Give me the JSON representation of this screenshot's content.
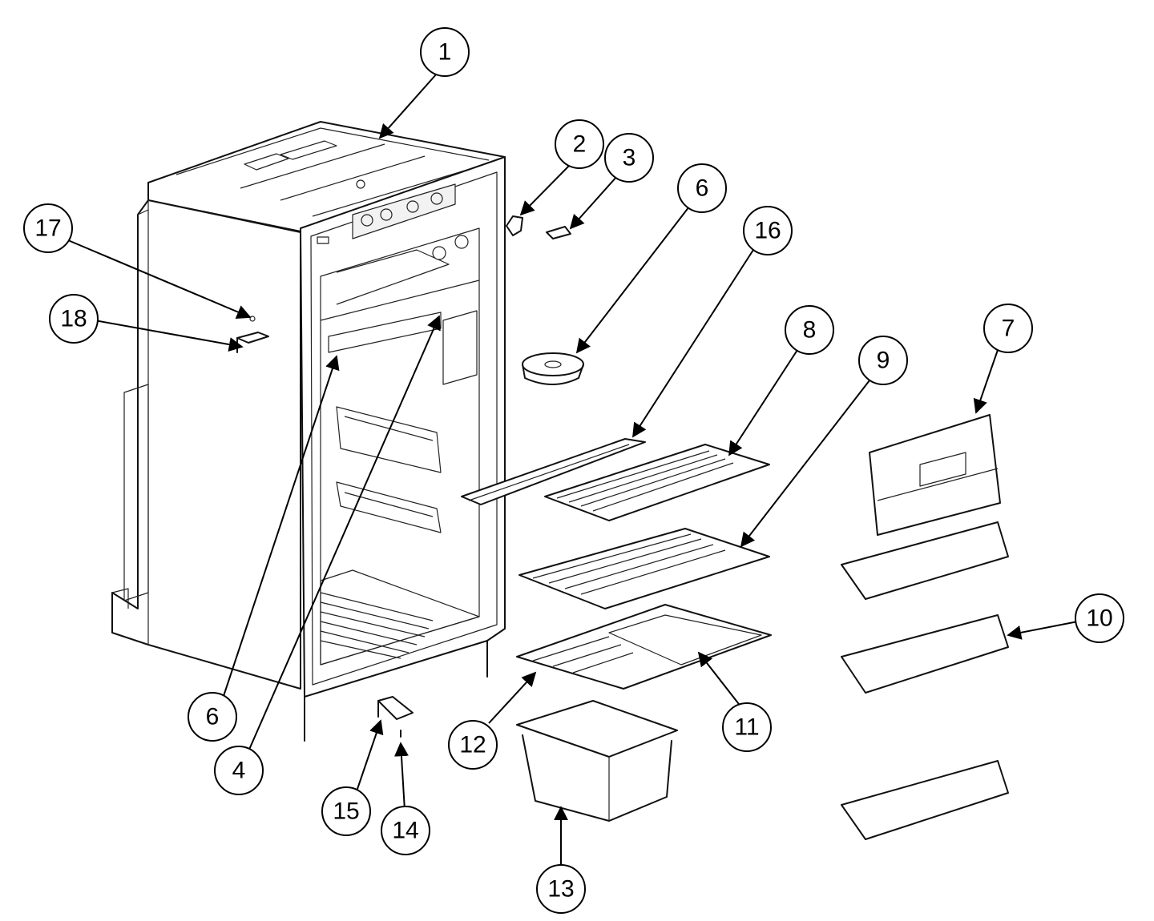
{
  "diagram": {
    "callouts": [
      {
        "id": "c1",
        "label": "1"
      },
      {
        "id": "c2",
        "label": "2"
      },
      {
        "id": "c3",
        "label": "3"
      },
      {
        "id": "c6a",
        "label": "6"
      },
      {
        "id": "c16",
        "label": "16"
      },
      {
        "id": "c8",
        "label": "8"
      },
      {
        "id": "c9",
        "label": "9"
      },
      {
        "id": "c7",
        "label": "7"
      },
      {
        "id": "c17",
        "label": "17"
      },
      {
        "id": "c18",
        "label": "18"
      },
      {
        "id": "c10",
        "label": "10"
      },
      {
        "id": "c11",
        "label": "11"
      },
      {
        "id": "c12",
        "label": "12"
      },
      {
        "id": "c6b",
        "label": "6"
      },
      {
        "id": "c4",
        "label": "4"
      },
      {
        "id": "c15",
        "label": "15"
      },
      {
        "id": "c14",
        "label": "14"
      },
      {
        "id": "c13",
        "label": "13"
      }
    ]
  }
}
